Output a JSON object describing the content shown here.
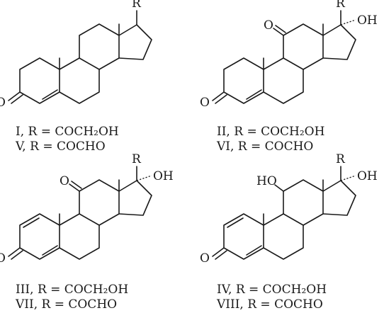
{
  "atoms": {
    "R": "R",
    "O": "O",
    "OH": "OH",
    "HO": "HO"
  },
  "structures": [
    {
      "captions": [
        "I, R = COCH₂OH",
        "V, R = COCHO"
      ]
    },
    {
      "captions": [
        "II, R = COCH₂OH",
        "VI, R = COCHO"
      ]
    },
    {
      "captions": [
        "III, R = COCH₂OH",
        "VII, R = COCHO"
      ]
    },
    {
      "captions": [
        "IV, R = COCH₂OH",
        "VIII, R = COCHO"
      ]
    }
  ]
}
